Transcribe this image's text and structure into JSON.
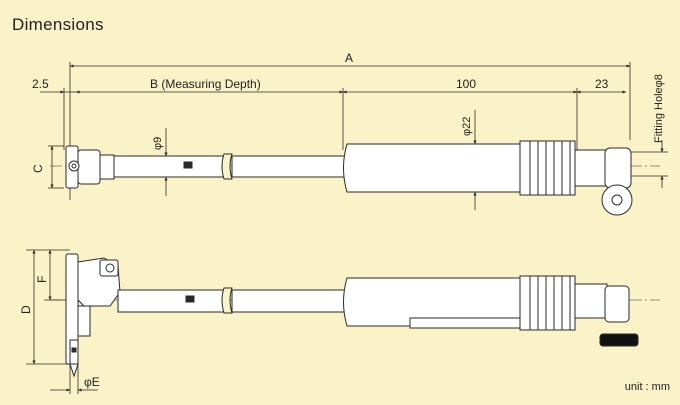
{
  "title": "Dimensions",
  "unit_note": "unit : mm",
  "labels": {
    "A": "A",
    "B": "B (Measuring Depth)",
    "offset": "2.5",
    "body_length": "100",
    "head_length": "23",
    "fitting_hole": "Fitting Holeφ8",
    "diam_9": "φ9",
    "diam_22": "φ22",
    "C": "C",
    "D": "D",
    "F": "F",
    "E": "φE"
  },
  "colors": {
    "background": "#fbf3c8",
    "line": "#2a2a2a",
    "part_fill": "#ffffff",
    "knurl_fill": "#111111"
  }
}
